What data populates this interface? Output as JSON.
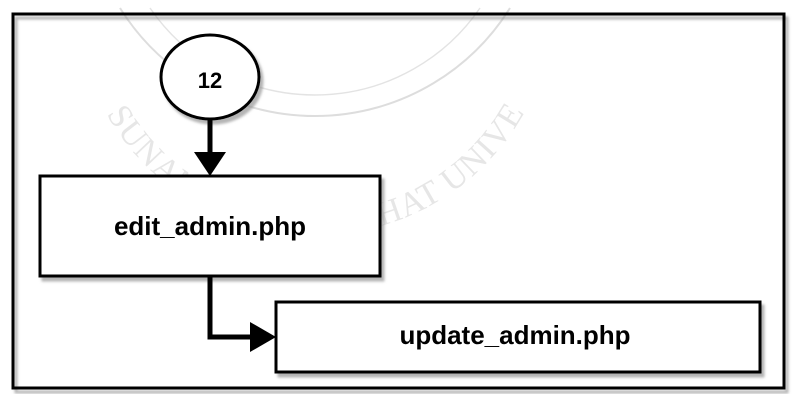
{
  "diagram": {
    "connector": {
      "label": "12"
    },
    "nodes": [
      {
        "id": "edit_admin",
        "label": "edit_admin.php"
      },
      {
        "id": "update_admin",
        "label": "update_admin.php"
      }
    ]
  },
  "watermark": {
    "text": "SUAN SUNANDHA RAJABHAT UNIVERSITY"
  }
}
